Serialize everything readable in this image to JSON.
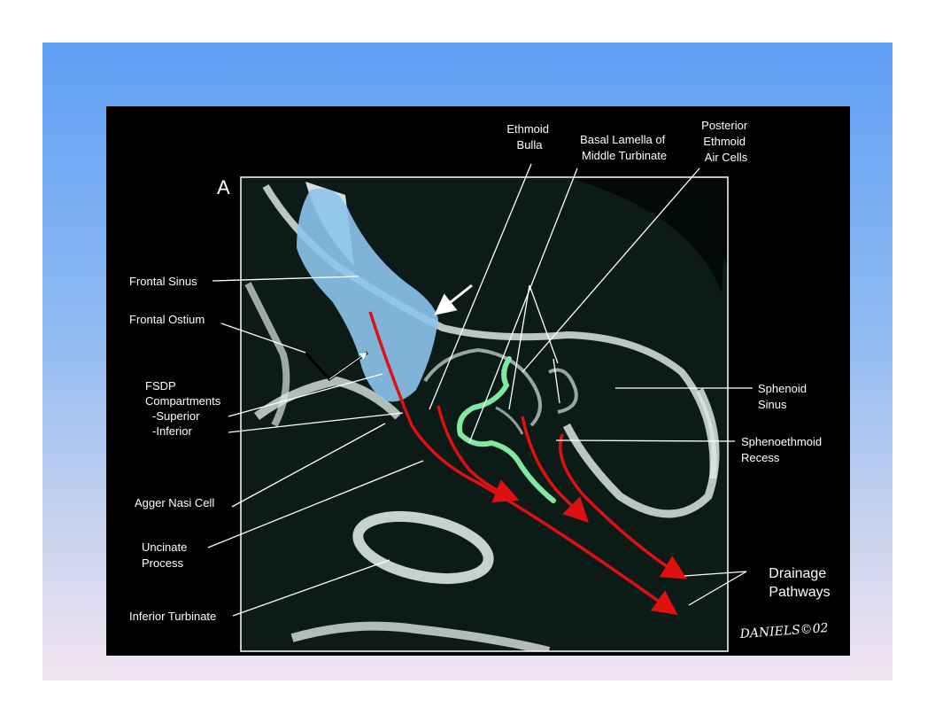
{
  "panel_letter": "A",
  "labels": {
    "ethmoid_bulla": [
      "Ethmoid",
      "Bulla"
    ],
    "basal_lamella": [
      "Basal Lamella of",
      "Middle Turbinate"
    ],
    "posterior_ethmoid": [
      "Posterior",
      "Ethmoid",
      "Air Cells"
    ],
    "frontal_sinus": "Frontal Sinus",
    "frontal_ostium": "Frontal Ostium",
    "fsdp": [
      "FSDP",
      "Compartments",
      "-Superior",
      "-Inferior"
    ],
    "sphenoid_sinus": [
      "Sphenoid",
      "Sinus"
    ],
    "sphenoethmoid_recess": [
      "Sphenoethmoid",
      "Recess"
    ],
    "agger_nasi": "Agger Nasi Cell",
    "uncinate": [
      "Uncinate",
      "Process"
    ],
    "inferior_turbinate": "Inferior Turbinate",
    "drainage": [
      "Drainage",
      "Pathways"
    ]
  },
  "signature": "DANIELS©02",
  "colors": {
    "frontal_sinus_fill": "#8cc4ec",
    "drainage_arrow": "#e01010",
    "basal_lamella_highlight": "#80e8a0",
    "leader_line": "#ffffff"
  }
}
